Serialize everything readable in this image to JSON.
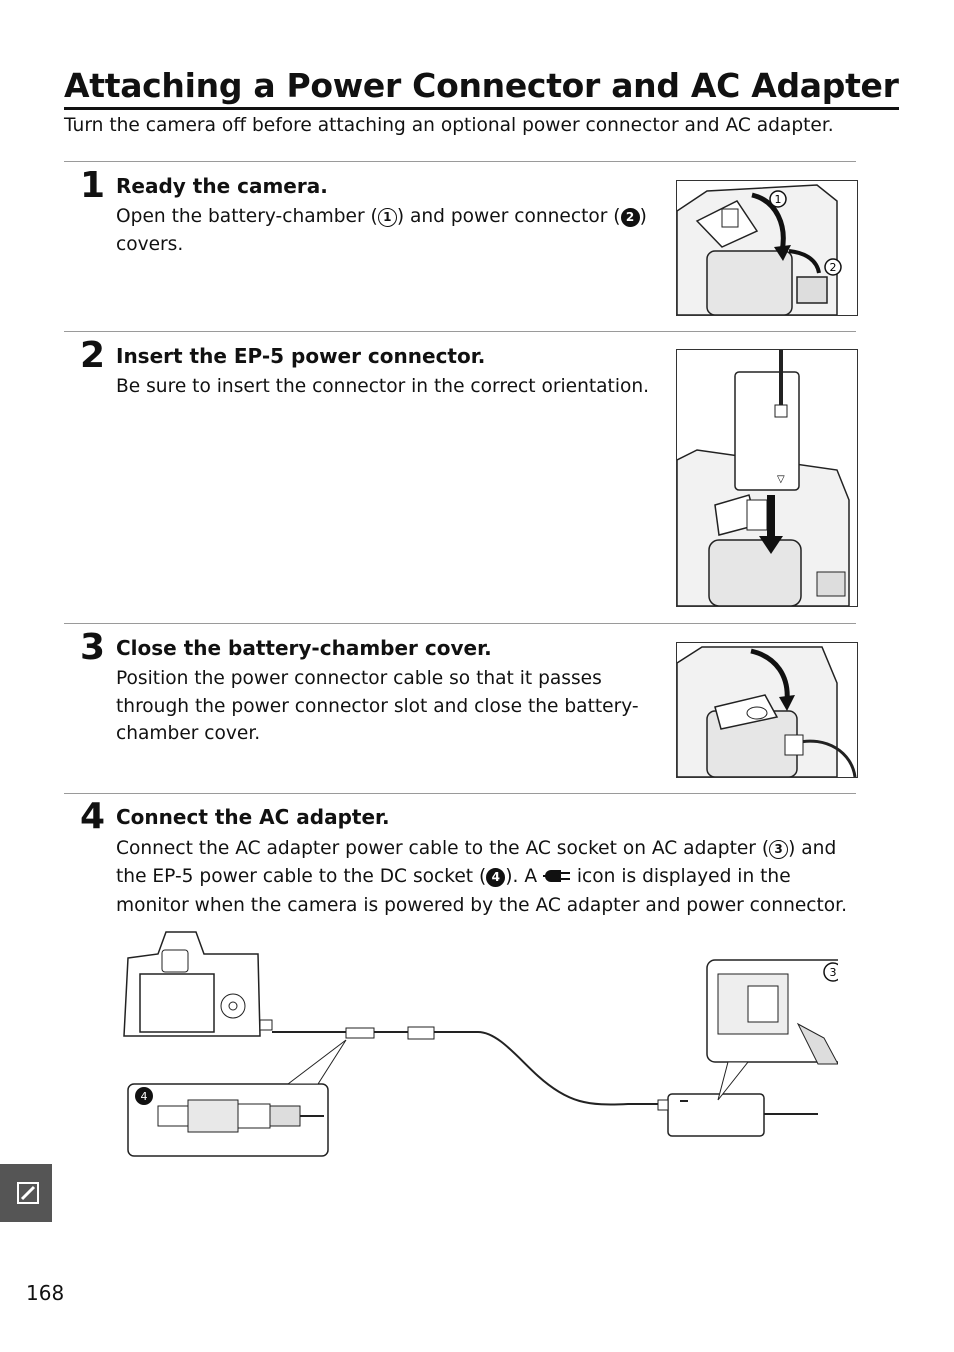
{
  "page": {
    "title": "Attaching a Power Connector and AC Adapter",
    "intro": "Turn the camera off before attaching an optional power connector and AC adapter.",
    "page_number": "168"
  },
  "steps": [
    {
      "number": "1",
      "title": "Ready the camera.",
      "body_parts": [
        "Open the battery-chamber (",
        ") and power connector (",
        ") covers."
      ],
      "callouts": [
        "1",
        "2"
      ]
    },
    {
      "number": "2",
      "title": "Insert the EP-5 power connector.",
      "body": "Be sure to insert the connector in the correct orientation."
    },
    {
      "number": "3",
      "title": "Close the battery-chamber cover.",
      "body": "Position the power connector cable so that it passes through the power connector slot and close the battery-chamber cover."
    },
    {
      "number": "4",
      "title": "Connect the AC adapter.",
      "body_parts": [
        "Connect the AC adapter power cable to the AC socket on AC adapter (",
        ") and the EP-5 power cable to the DC socket (",
        ").  A ",
        " icon is displayed in the monitor when the camera is powered by the AC adapter and power connector."
      ],
      "callouts": [
        "3",
        "4"
      ]
    }
  ],
  "icons": {
    "ac_power": "ac-power-icon",
    "section_tab": "wrench-note-icon"
  }
}
